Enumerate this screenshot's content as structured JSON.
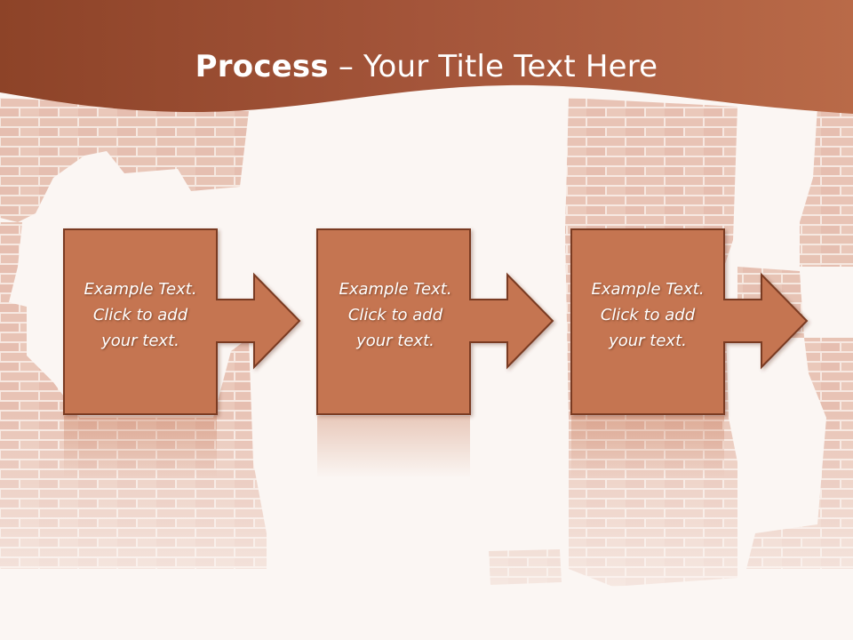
{
  "slide": {
    "title_bold": "Process",
    "title_rest": "– Your Title Text Here",
    "colors": {
      "banner": "#a9583a",
      "box_fill": "#c57451",
      "box_stroke": "#7a3a22",
      "brick": "#c97b5d",
      "background": "#fbf6f3"
    }
  },
  "steps": [
    {
      "line1": "Example Text.",
      "line2": "Click  to add",
      "line3": "your text."
    },
    {
      "line1": "Example Text.",
      "line2": "Click  to add",
      "line3": "your text."
    },
    {
      "line1": "Example Text.",
      "line2": "Click  to add",
      "line3": "your text."
    }
  ]
}
